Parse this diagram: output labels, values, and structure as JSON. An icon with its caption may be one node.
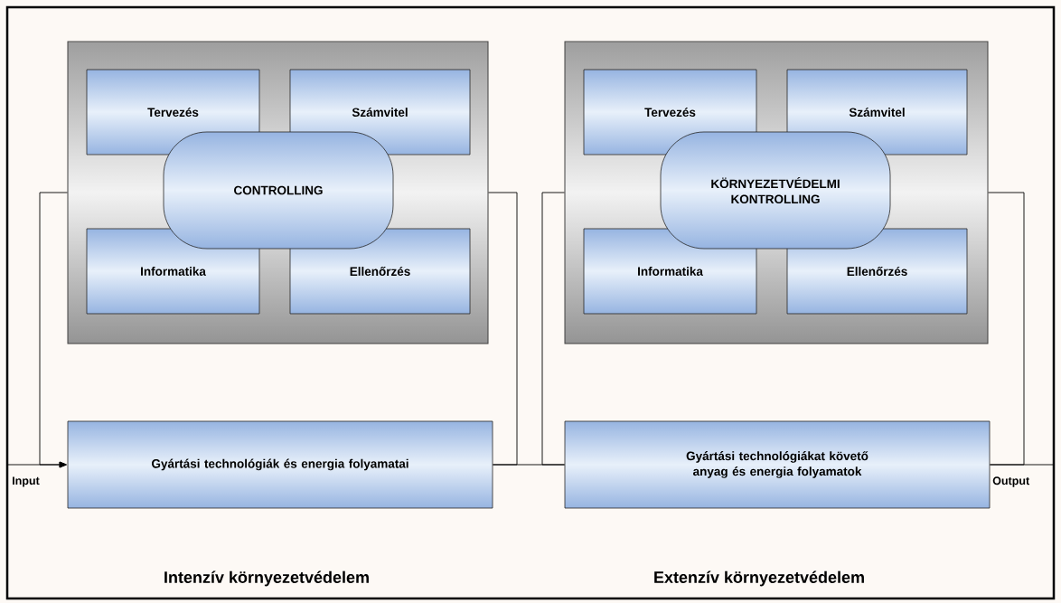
{
  "diagram": {
    "nodes": [
      {
        "text": [],
        "shape": "box"
      },
      {
        "text": [
          "Tervezés"
        ],
        "in": 0
      },
      {
        "text": [
          "Számvitel"
        ],
        "in": 0
      },
      {
        "text": [
          "Informatika"
        ],
        "in": 0
      },
      {
        "text": [
          "Ellenőrzés"
        ],
        "in": 0
      },
      {
        "text": [
          "CONTROLLING"
        ],
        "in": 0
      },
      {
        "text": [],
        "shape": "box"
      },
      {
        "text": [
          "Tervezés"
        ],
        "in": 6
      },
      {
        "text": [
          "Számvitel"
        ],
        "in": 6
      },
      {
        "text": [
          "Informatika"
        ],
        "in": 6
      },
      {
        "text": [
          "Ellenőrzés"
        ],
        "in": 6
      },
      {
        "text": [
          "KÖRNYEZETVÉDELMI KONTROLLING"
        ],
        "in": 6
      },
      {
        "text": [
          "Gyártási technológiák és energia folyamatai"
        ]
      },
      {
        "text": [
          "Gyártási technológiákat követő anyag és energia folyamatok"
        ]
      }
    ],
    "edges": [
      {
        "from": null,
        "to": 12,
        "arrow": "to"
      },
      {
        "from": 0,
        "to": 12,
        "arrow": "to"
      },
      {
        "from": 12,
        "to": 0,
        "arrow": "none"
      },
      {
        "from": 12,
        "to": 13,
        "arrow": "none"
      },
      {
        "from": 6,
        "to": 13,
        "arrow": "none"
      },
      {
        "from": 13,
        "to": 6,
        "arrow": "none"
      },
      {
        "from": 13,
        "to": null,
        "arrow": "none"
      }
    ],
    "labels": [
      "Input",
      "Output",
      "Intenzív környezetvédelem",
      "Extenzív környezetvédelem"
    ]
  }
}
